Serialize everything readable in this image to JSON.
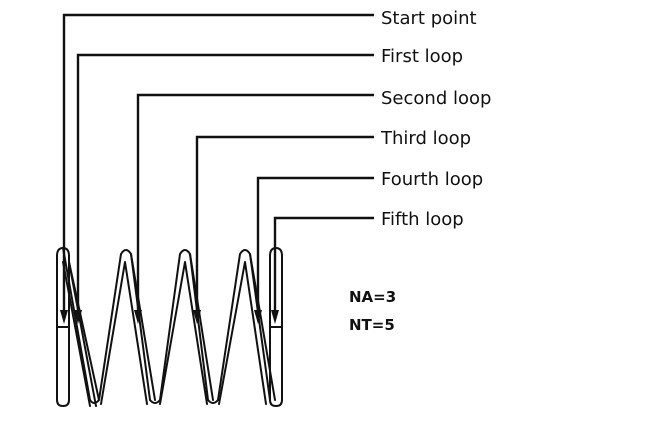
{
  "labels": {
    "start": "Start point",
    "first": "First loop",
    "second": "Second loop",
    "third": "Third loop",
    "fourth": "Fourth loop",
    "fifth": "Fifth loop"
  },
  "stats": {
    "na": "NA=3",
    "nt": "NT=5"
  }
}
